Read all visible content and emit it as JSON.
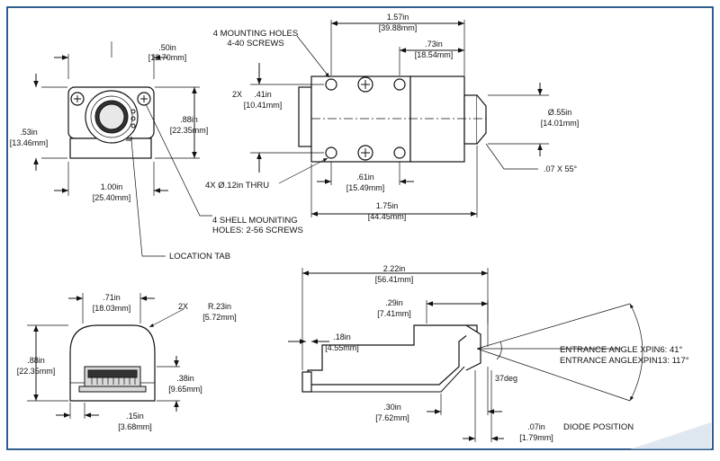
{
  "colors": {
    "frame": "#2f5f8f",
    "line": "#111111",
    "fill_grey": "#d9d9d9"
  },
  "top_left_view": {
    "width": ".50in",
    "width_mm": "[12.70mm]",
    "height": ".53in",
    "height_mm": "[13.46mm]",
    "body_height": ".88in",
    "body_height_mm": "[22.35mm]",
    "hole_spacing": "1.00in",
    "hole_spacing_mm": "[25.40mm]"
  },
  "top_right_view": {
    "mounting_holes_line1": "4 MOUNTING HOLES",
    "mounting_holes_line2": "4-40 SCREWS",
    "length": "1.57in",
    "length_mm": "[39.88mm]",
    "hole_to_end": ".73in",
    "hole_to_end_mm": "[18.54mm]",
    "hole_spacing_qty": "2X",
    "hole_spacing": ".41in",
    "hole_spacing_mm": "[10.41mm]",
    "diameter": "Ø.55in",
    "diameter_mm": "[14.01mm]",
    "chamfer": ".07 X 55°",
    "thru_holes": "4X Ø.12in THRU",
    "hole_offset": ".61in",
    "hole_offset_mm": "[15.49mm]",
    "overall": "1.75in",
    "overall_mm": "[44.45mm]"
  },
  "callouts": {
    "shell_line1": "4 SHELL MOUNITING",
    "shell_line2": "HOLES: 2-56 SCREWS",
    "location_tab": "LOCATION TAB"
  },
  "bottom_left_view": {
    "width": ".71in",
    "width_mm": "[18.03mm]",
    "radius_qty": "2X",
    "radius": "R.23in",
    "radius_mm": "[5.72mm]",
    "height": ".88in",
    "height_mm": "[22.35mm]",
    "pin_height": ".38in",
    "pin_height_mm": "[9.65mm]",
    "pin_offset": ".15in",
    "pin_offset_mm": "[3.68mm]"
  },
  "bottom_right_view": {
    "length": "2.22in",
    "length_mm": "[56.41mm]",
    "nose": ".29in",
    "nose_mm": "[7.41mm]",
    "step": ".18in",
    "step_mm": "[4.55mm]",
    "angle": "37deg",
    "entrance1": "ENTRANCE ANGLE XPIN6: 41°",
    "entrance2": "ENTRANCE ANGLEXPIN13: 117°",
    "base": ".30in",
    "base_mm": "[7.62mm]",
    "diode": ".07in",
    "diode_mm": "[1.79mm]",
    "diode_label": "DIODE POSITION"
  }
}
